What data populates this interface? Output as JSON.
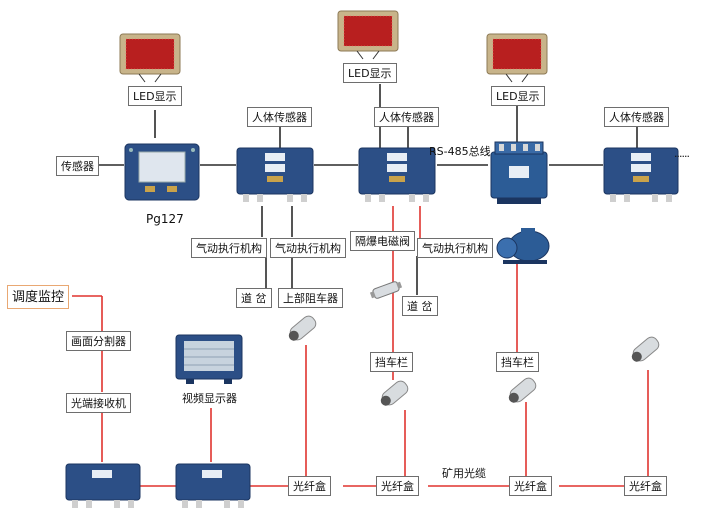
{
  "labels": {
    "led_1": "LED显示",
    "led_2": "LED显示",
    "led_3": "LED显示",
    "sensor": "传感器",
    "human_sensor_1": "人体传感器",
    "human_sensor_2": "人体传感器",
    "human_sensor_3": "人体传感器",
    "rs485": "RS-485总线",
    "pg127": "Pg127",
    "pneumatic_1": "气动执行机构",
    "pneumatic_2": "气动执行机构",
    "pneumatic_3": "气动执行机构",
    "solenoid": "隔爆电磁阀",
    "switch_1": "道 岔",
    "switch_2": "道 岔",
    "upper_stopper": "上部阻车器",
    "dispatch": "调度监控",
    "splitter": "画面分割器",
    "video_display": "视频显示器",
    "optical_receiver": "光端接收机",
    "barrier_1": "挡车栏",
    "barrier_2": "挡车栏",
    "fiber_box_1": "光纤盒",
    "fiber_box_2": "光纤盒",
    "fiber_box_3": "光纤盒",
    "fiber_box_4": "光纤盒",
    "mine_cable": "矿用光缆",
    "ellipsis": "······"
  },
  "colors": {
    "rs485_line": "#2a2a2a",
    "fiber_line": "#e0342f",
    "device_blue": "#2c4f86",
    "led_panel": "#b81f1f",
    "label_border": "#6e6e6e",
    "dispatch_border": "#e9a873"
  },
  "icons": [
    "led-display-icon",
    "control-box-icon",
    "camera-icon",
    "pump-motor-icon",
    "solenoid-valve-icon",
    "video-monitor-icon"
  ]
}
